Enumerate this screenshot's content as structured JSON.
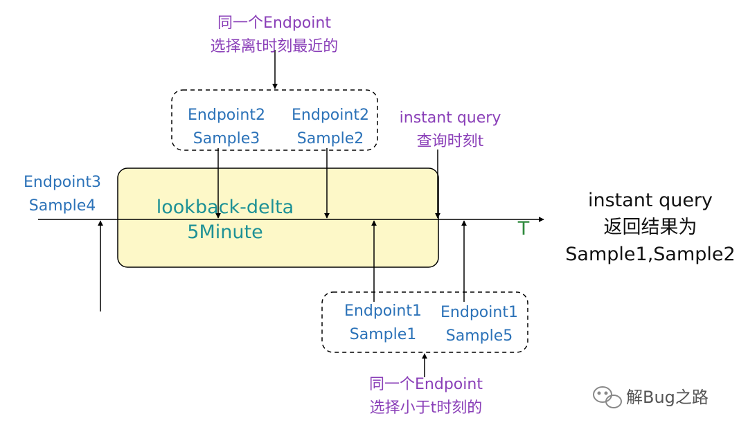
{
  "top_note": {
    "line1": "同一个Endpoint",
    "line2": "选择离t时刻最近的"
  },
  "bottom_note": {
    "line1": "同一个Endpoint",
    "line2": "选择小于t时刻的"
  },
  "ep2_s3": {
    "line1": "Endpoint2",
    "line2": "Sample3"
  },
  "ep2_s2": {
    "line1": "Endpoint2",
    "line2": "Sample2"
  },
  "ep3_s4": {
    "line1": "Endpoint3",
    "line2": "Sample4"
  },
  "ep1_s1": {
    "line1": "Endpoint1",
    "line2": "Sample1"
  },
  "ep1_s5": {
    "line1": "Endpoint1",
    "line2": "Sample5"
  },
  "query_time": {
    "line1": "instant query",
    "line2": "查询时刻t"
  },
  "window": {
    "line1": "lookback-delta",
    "line2": "5Minute"
  },
  "axis_label": "T",
  "result": {
    "line1": "instant query",
    "line2": "返回结果为",
    "line3": "Sample1,Sample2"
  },
  "watermark": "解Bug之路",
  "colors": {
    "window_fill": "#fdf8c8",
    "sample_text": "#2b72b8",
    "note_text": "#8a3fb8",
    "window_text": "#1d9196",
    "axis_label": "#2f8a3d"
  }
}
